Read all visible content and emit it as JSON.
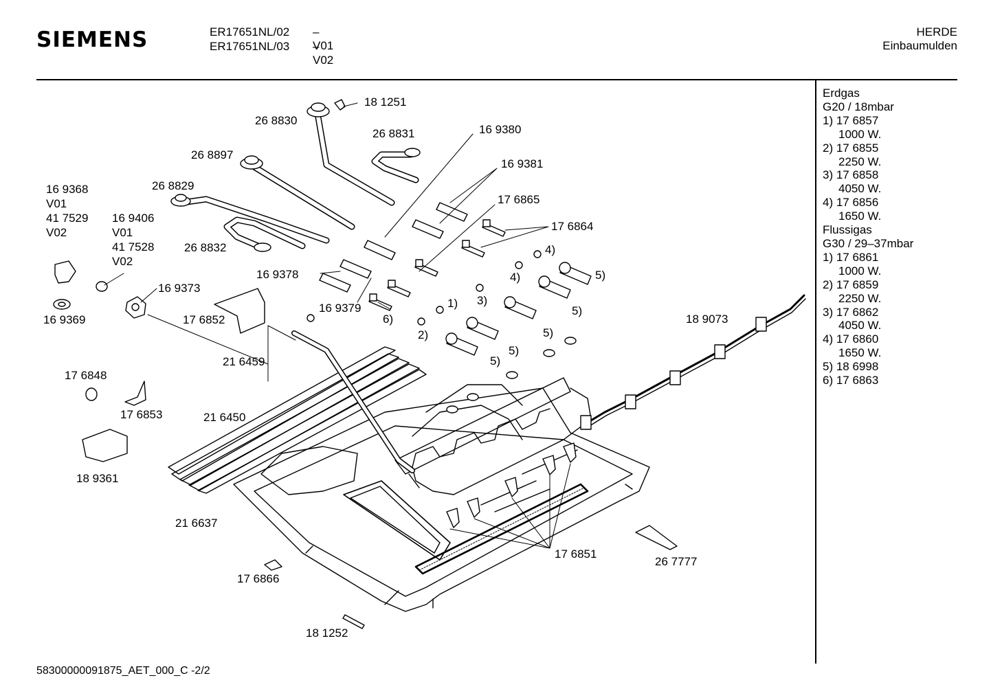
{
  "header": {
    "brand": "SIEMENS",
    "models": [
      {
        "code": "ER17651NL/02",
        "variant": "– V01"
      },
      {
        "code": "ER17651NL/03",
        "variant": "– V02"
      }
    ],
    "category_line1": "HERDE",
    "category_line2": "Einbaumulden"
  },
  "legend": {
    "gas1_name": "Erdgas",
    "gas1_spec": "G20 / 18mbar",
    "gas1_items": [
      {
        "num": "1) 17 6857",
        "watt": "1000 W."
      },
      {
        "num": "2) 17 6855",
        "watt": "2250 W."
      },
      {
        "num": "3) 17 6858",
        "watt": "4050 W."
      },
      {
        "num": "4) 17 6856",
        "watt": "1650 W."
      }
    ],
    "gas2_name": "Flussigas",
    "gas2_spec": "G30 / 29–37mbar",
    "gas2_items": [
      {
        "num": "1) 17 6861",
        "watt": "1000 W."
      },
      {
        "num": "2) 17 6859",
        "watt": "2250 W."
      },
      {
        "num": "3) 17 6862",
        "watt": "4050 W."
      },
      {
        "num": "4) 17 6860",
        "watt": "1650 W."
      }
    ],
    "extra": [
      "5) 18 6998",
      "6) 17 6863"
    ]
  },
  "parts": {
    "p181251": "18 1251",
    "p268830": "26 8830",
    "p268831": "26 8831",
    "p169380": "16 9380",
    "p268897": "26 8897",
    "p169381": "16 9381",
    "p268829": "26 8829",
    "p176865": "17 6865",
    "p169368": "16 9368",
    "v01a": "V01",
    "p417529": "41 7529",
    "v02a": "V02",
    "p169406": "16 9406",
    "v01b": "V01",
    "p417528": "41 7528",
    "v02b": "V02",
    "p176864": "17 6864",
    "p268832": "26 8832",
    "n4a": "4)",
    "n4b": "4)",
    "p169378": "16 9378",
    "n5a": "5)",
    "p169373": "16 9373",
    "n3": "3)",
    "n1": "1)",
    "p169379": "16 9379",
    "p169369": "16 9369",
    "p176852": "17 6852",
    "n6": "6)",
    "n5b": "5)",
    "p189073": "18 9073",
    "n2": "2)",
    "n5c": "5)",
    "n5d": "5)",
    "n5e": "5)",
    "p216459": "21 6459",
    "p176848": "17 6848",
    "p176853": "17 6853",
    "p216450": "21 6450",
    "p189361": "18 9361",
    "p216637": "21 6637",
    "p176851": "17 6851",
    "p267777": "26 7777",
    "p176866": "17 6866",
    "p181252": "18 1252"
  },
  "footer": "58300000091875_AET_000_C -2/2"
}
